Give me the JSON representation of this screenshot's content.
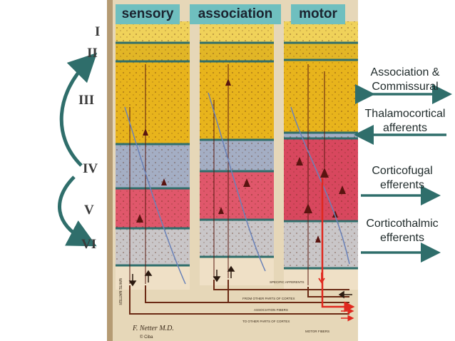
{
  "columns": {
    "sensory": "sensory",
    "association": "association",
    "motor": "motor"
  },
  "layers": [
    "I",
    "II",
    "III",
    "IV",
    "V",
    "VI"
  ],
  "outputs": {
    "association_commissural": [
      "Association &",
      "Commissural"
    ],
    "thalamocortical": [
      "Thalamocortical",
      "afferents"
    ],
    "corticofugal": [
      "Corticofugal",
      "efferents"
    ],
    "corticothalamic": [
      "Corticothalmic",
      "efferents"
    ]
  },
  "plate_labels": {
    "white_matter": "WHITE MATTER",
    "specific_afferents": "SPECIFIC AFFERENTS",
    "from_other_parts": "FROM OTHER PARTS OF CORTEX",
    "association_fibers": "ASSOCIATION FIBERS",
    "to_other_parts": "TO OTHER PARTS OF CORTEX",
    "motor_fibers": "MOTOR FIBERS",
    "signature": "F. Netter M.D.",
    "copyright": "© Ciba"
  },
  "colors": {
    "teal": "#2f6e6b",
    "header_bg": "#6fbfbf",
    "layer_yellow": "#e8b41c",
    "layer_blue": "#a4aec4",
    "layer_pink": "#e0576b",
    "layer_grey": "#c9c6c8",
    "white_matter": "#efe0c6",
    "red_fiber": "#e0281e",
    "brown_fiber": "#6b2a14"
  }
}
